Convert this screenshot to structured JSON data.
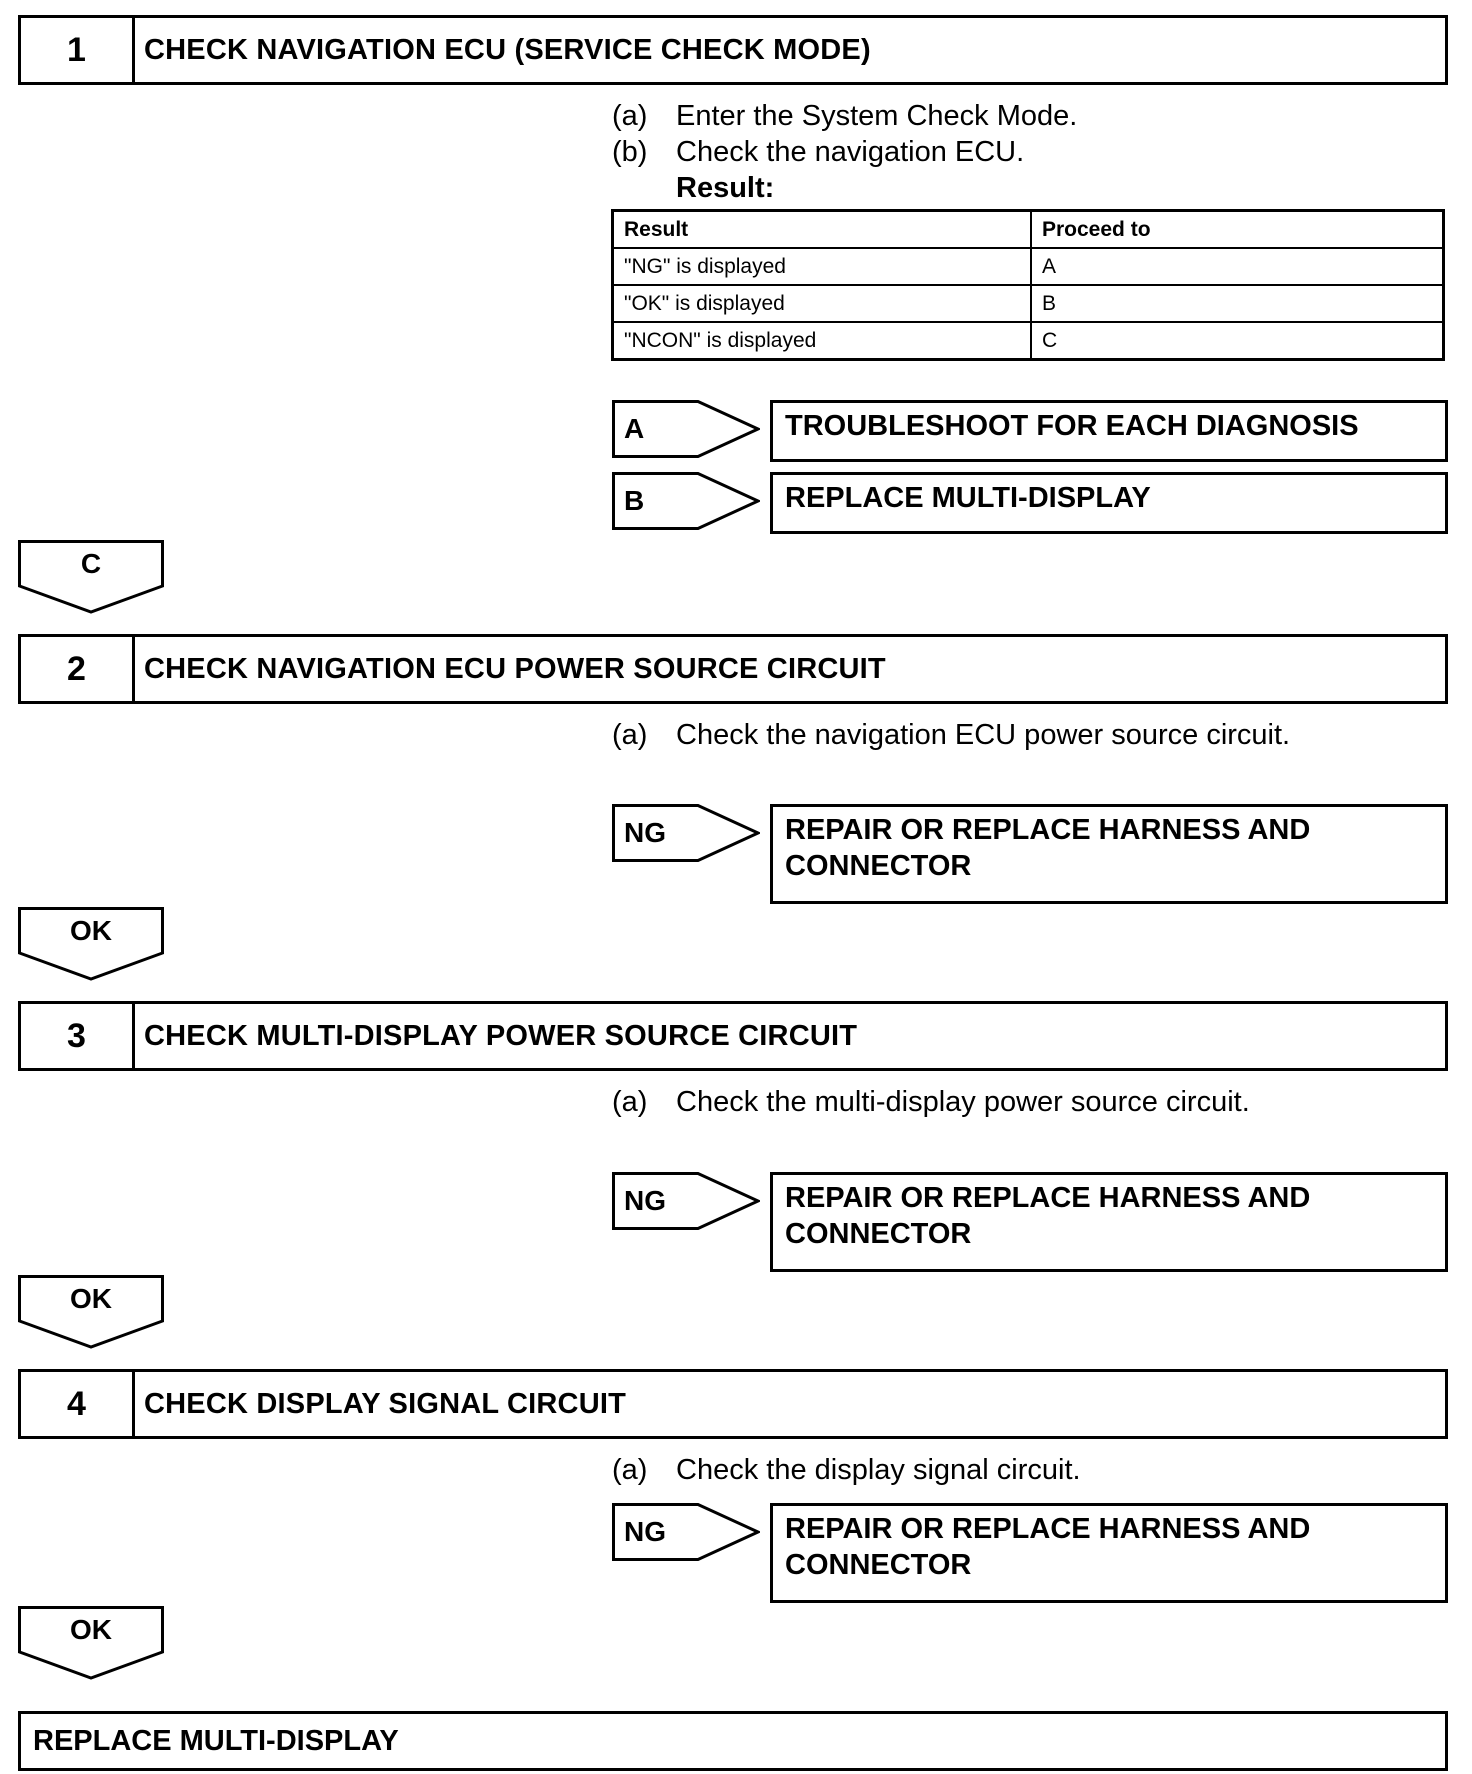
{
  "step1": {
    "number": "1",
    "title": "CHECK NAVIGATION ECU (SERVICE CHECK MODE)",
    "instructions": [
      {
        "letter": "(a)",
        "text": "Enter the System Check Mode."
      },
      {
        "letter": "(b)",
        "text": "Check the navigation ECU."
      }
    ],
    "result_label": "Result:",
    "table": {
      "headers": [
        "Result",
        "Proceed to"
      ],
      "rows": [
        [
          "\"NG\" is displayed",
          "A"
        ],
        [
          "\"OK\" is displayed",
          "B"
        ],
        [
          "\"NCON\" is displayed",
          "C"
        ]
      ]
    },
    "branches": [
      {
        "tag": "A",
        "action": "TROUBLESHOOT FOR EACH DIAGNOSIS"
      },
      {
        "tag": "B",
        "action": "REPLACE MULTI-DISPLAY"
      }
    ],
    "next": "C"
  },
  "step2": {
    "number": "2",
    "title": "CHECK NAVIGATION ECU POWER SOURCE CIRCUIT",
    "instruction": {
      "letter": "(a)",
      "text": "Check the navigation ECU power source circuit."
    },
    "branch": {
      "tag": "NG",
      "action_line1": "REPAIR OR REPLACE HARNESS AND",
      "action_line2": "CONNECTOR"
    },
    "next": "OK"
  },
  "step3": {
    "number": "3",
    "title": "CHECK MULTI-DISPLAY POWER SOURCE CIRCUIT",
    "instruction": {
      "letter": "(a)",
      "text": "Check the multi-display power source circuit."
    },
    "branch": {
      "tag": "NG",
      "action_line1": "REPAIR OR REPLACE HARNESS AND",
      "action_line2": "CONNECTOR"
    },
    "next": "OK"
  },
  "step4": {
    "number": "4",
    "title": "CHECK DISPLAY SIGNAL CIRCUIT",
    "instruction": {
      "letter": "(a)",
      "text": "Check the display signal circuit."
    },
    "branch": {
      "tag": "NG",
      "action_line1": "REPAIR OR REPLACE HARNESS AND",
      "action_line2": "CONNECTOR"
    },
    "next": "OK"
  },
  "final_action": "REPLACE MULTI-DISPLAY"
}
